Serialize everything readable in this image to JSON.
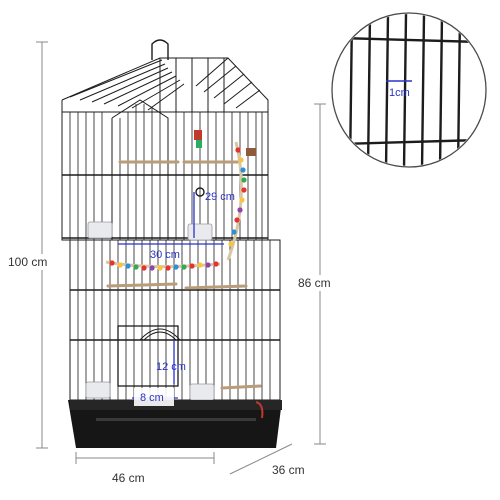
{
  "photo": {
    "dimensions": {
      "height_outer": "100 cm",
      "height_body": "86 cm",
      "width": "46 cm",
      "depth": "36 cm"
    },
    "inner_labels": {
      "perch_height": "29 cm",
      "perch_span": "30 cm",
      "door_height": "12 cm",
      "door_width": "8 cm"
    },
    "inset": {
      "spacing": "1cm"
    },
    "colors": {
      "wire": "#1c1c1c",
      "tray": "#161616",
      "dimension_line": "#8a8a8a",
      "measure": "#2a33c8"
    }
  }
}
